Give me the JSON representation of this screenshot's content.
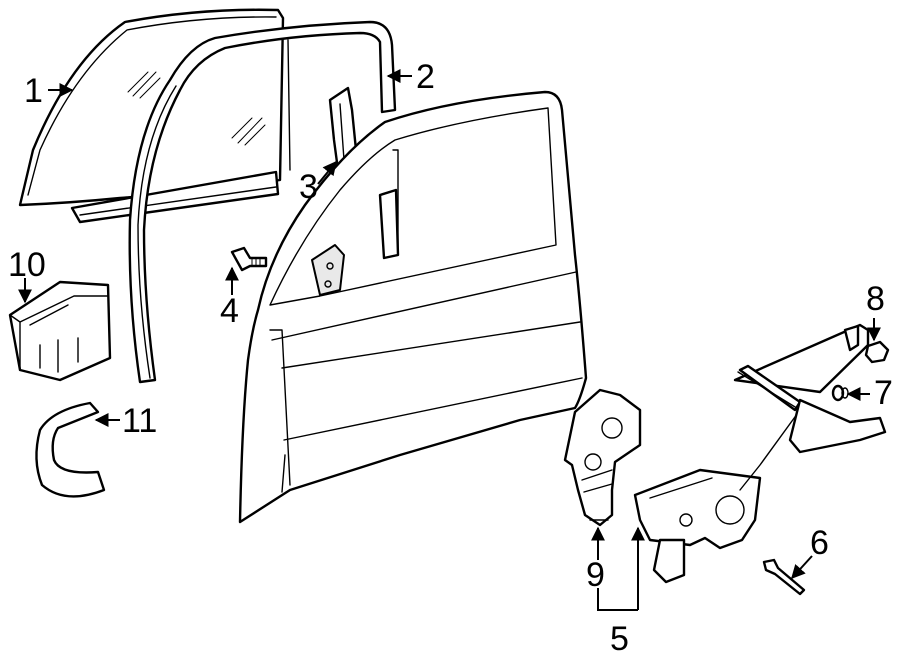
{
  "callouts": [
    {
      "id": "1",
      "text": "1"
    },
    {
      "id": "2",
      "text": "2"
    },
    {
      "id": "3",
      "text": "3"
    },
    {
      "id": "4",
      "text": "4"
    },
    {
      "id": "5",
      "text": "5"
    },
    {
      "id": "6",
      "text": "6"
    },
    {
      "id": "7",
      "text": "7"
    },
    {
      "id": "8",
      "text": "8"
    },
    {
      "id": "9",
      "text": "9"
    },
    {
      "id": "10",
      "text": "10"
    },
    {
      "id": "11",
      "text": "11"
    }
  ],
  "colors": {
    "line": "#000000",
    "background": "#ffffff",
    "shade": "#e9e9e9"
  }
}
